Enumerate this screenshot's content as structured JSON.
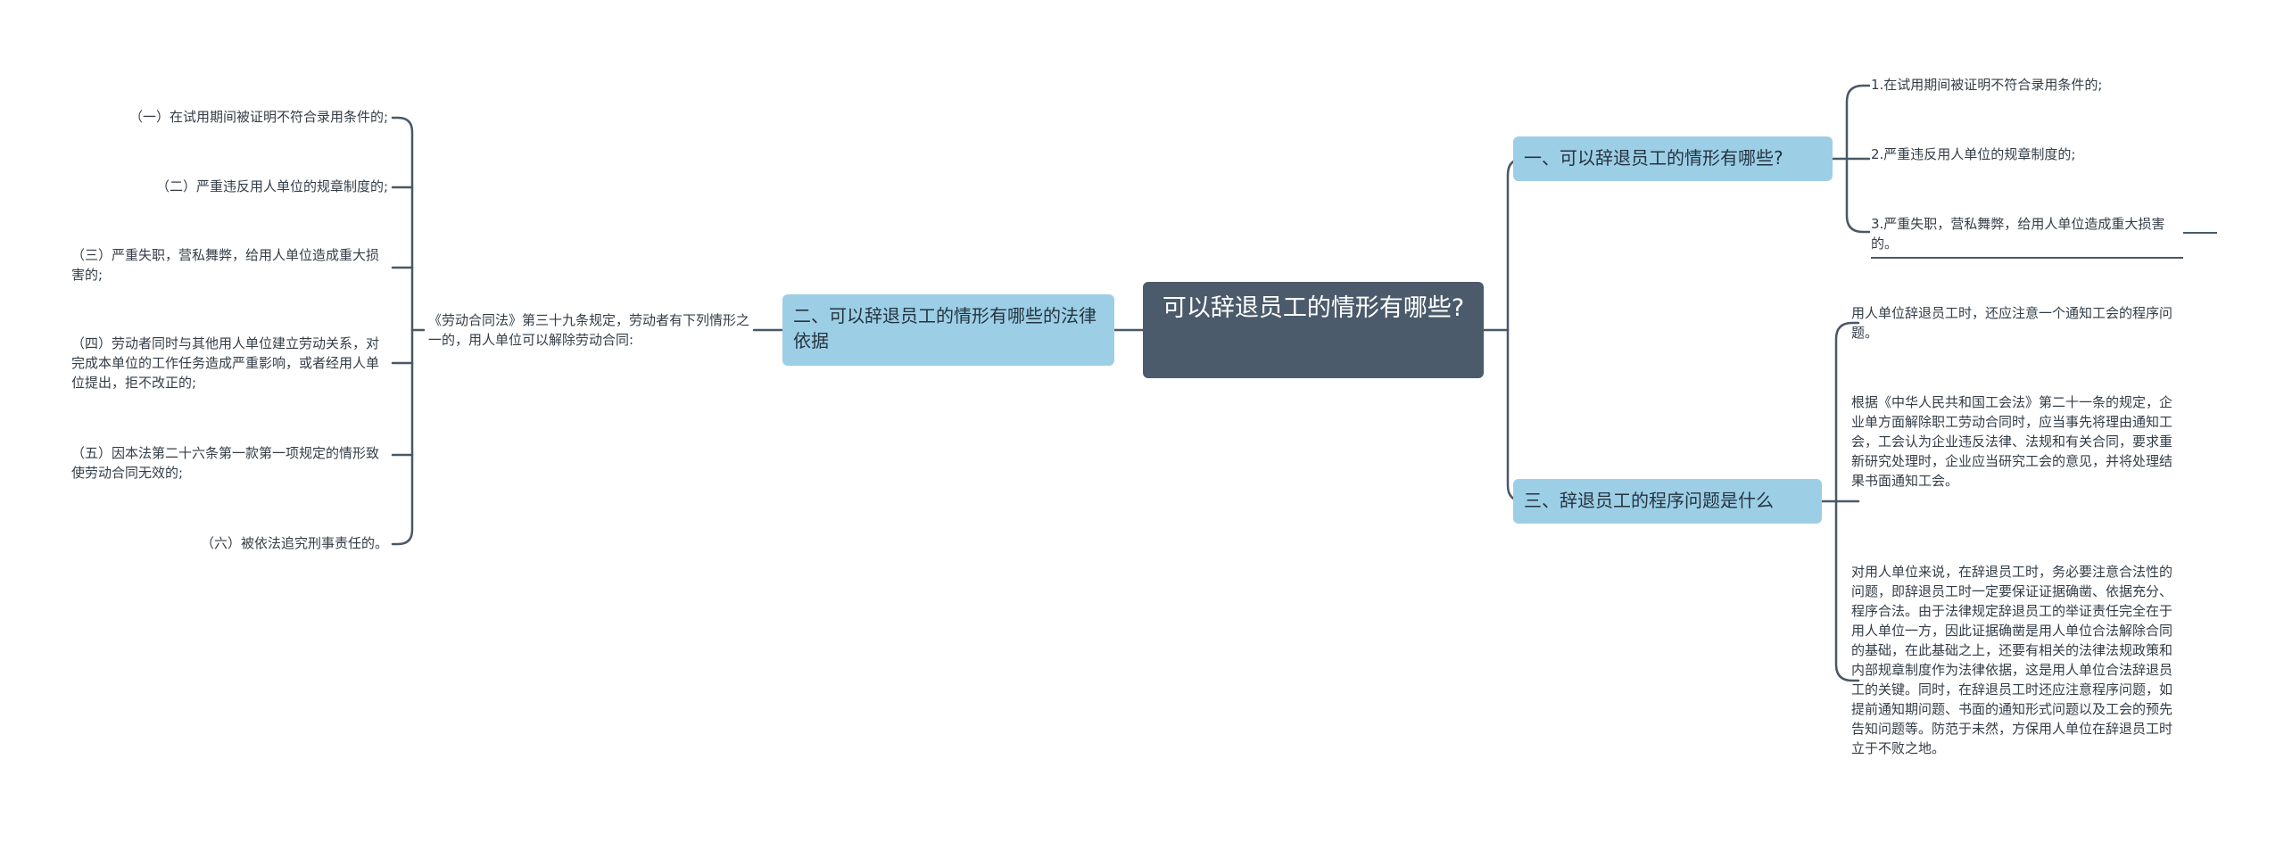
{
  "colors": {
    "root_bg": "#4b5b6b",
    "branch_bg": "#9ccfe6",
    "line": "#4a5866"
  },
  "root": {
    "title": "可以辞退员工的情形有哪些?"
  },
  "branch1": {
    "title": "一、可以辞退员工的情形有哪些?",
    "items": [
      "1.在试用期间被证明不符合录用条件的;",
      "2.严重违反用人单位的规章制度的;",
      "3.严重失职，营私舞弊，给用人单位造成重大损害的。"
    ]
  },
  "branch2": {
    "title": "二、可以辞退员工的情形有哪些的法律依据",
    "intro": "《劳动合同法》第三十九条规定，劳动者有下列情形之一的，用人单位可以解除劳动合同:",
    "items": [
      "（一）在试用期间被证明不符合录用条件的;",
      "（二）严重违反用人单位的规章制度的;",
      "（三）严重失职，营私舞弊，给用人单位造成重大损害的;",
      "（四）劳动者同时与其他用人单位建立劳动关系，对完成本单位的工作任务造成严重影响，或者经用人单位提出，拒不改正的;",
      "（五）因本法第二十六条第一款第一项规定的情形致使劳动合同无效的;",
      "（六）被依法追究刑事责任的。"
    ]
  },
  "branch3": {
    "title": "三、辞退员工的程序问题是什么",
    "items": [
      "用人单位辞退员工时，还应注意一个通知工会的程序问题。",
      "根据《中华人民共和国工会法》第二十一条的规定，企业单方面解除职工劳动合同时，应当事先将理由通知工会，工会认为企业违反法律、法规和有关合同，要求重新研究处理时，企业应当研究工会的意见，并将处理结果书面通知工会。",
      "对用人单位来说，在辞退员工时，务必要注意合法性的问题，即辞退员工时一定要保证证据确凿、依据充分、程序合法。由于法律规定辞退员工的举证责任完全在于用人单位一方，因此证据确凿是用人单位合法解除合同的基础，在此基础之上，还要有相关的法律法规政策和内部规章制度作为法律依据，这是用人单位合法辞退员工的关键。同时，在辞退员工时还应注意程序问题，如提前通知期问题、书面的通知形式问题以及工会的预先告知问题等。防范于未然，方保用人单位在辞退员工时立于不败之地。"
    ]
  }
}
